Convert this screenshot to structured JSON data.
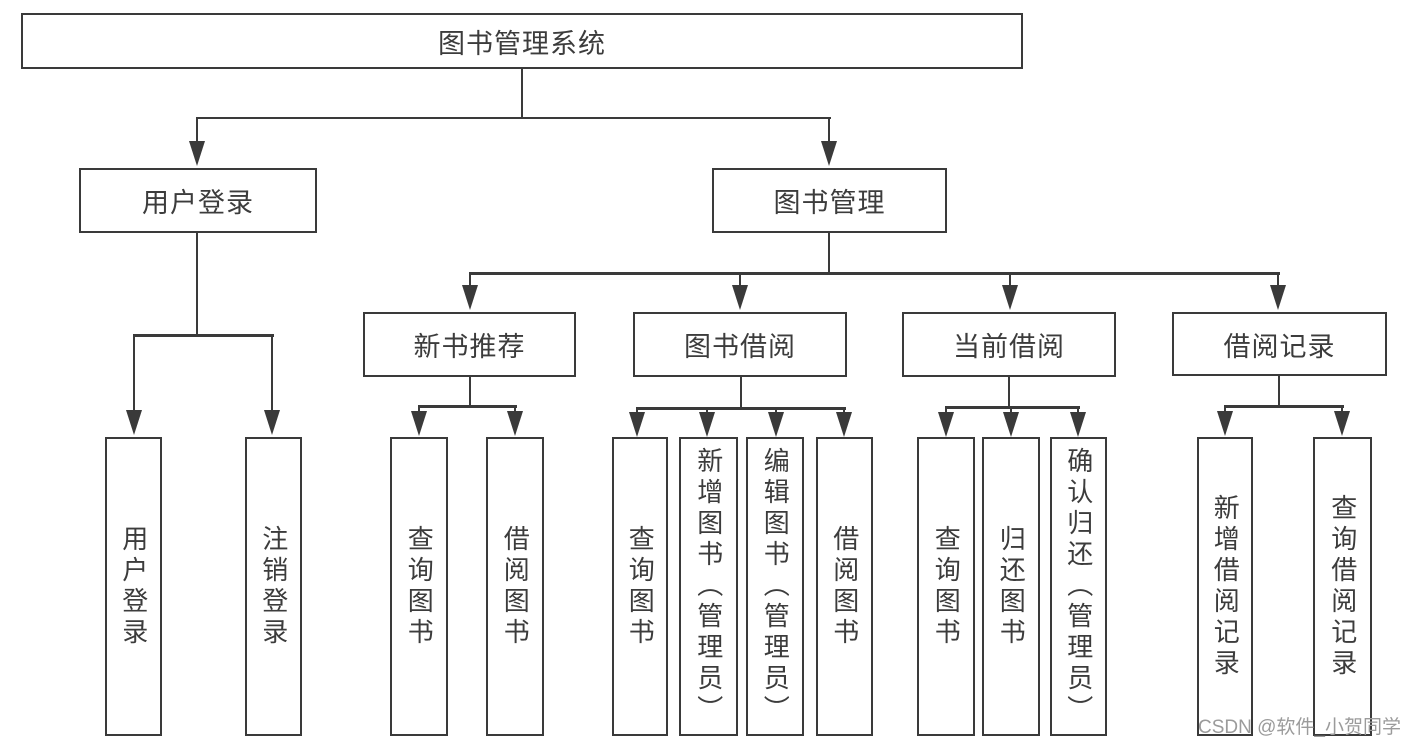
{
  "diagram": {
    "root": "图书管理系统",
    "l2": [
      "用户登录",
      "图书管理"
    ],
    "l3": [
      "新书推荐",
      "图书借阅",
      "当前借阅",
      "借阅记录"
    ],
    "leaves": {
      "login": [
        "用户登录",
        "注销登录"
      ],
      "recommend": [
        "查询图书",
        "借阅图书"
      ],
      "borrow": [
        "查询图书",
        "新增图书（管理员）",
        "编辑图书（管理员）",
        "借阅图书"
      ],
      "current": [
        "查询图书",
        "归还图书",
        "确认归还（管理员）"
      ],
      "records": [
        "新增借阅记录",
        "查询借阅记录"
      ]
    }
  },
  "watermark": "CSDN @软件_小贺同学",
  "colors": {
    "line": "#3a3a3a",
    "text": "#3c3c3c",
    "watermark": "#9b9b9b"
  }
}
